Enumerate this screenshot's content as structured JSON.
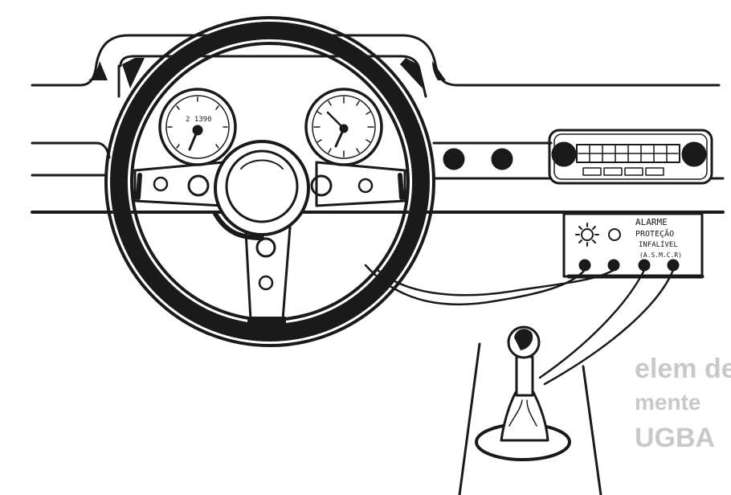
{
  "colors": {
    "ink": "#1a1a1a",
    "paper": "#ffffff",
    "ghost": "#c9c9c9"
  },
  "speedometer": {
    "reading": "2 1390"
  },
  "alarm_box": {
    "line1": "ALARME",
    "line2": "PROTEÇÃO",
    "line3": "INFALÍVEL",
    "line4": "(A.S.M.C.R)"
  },
  "ghost_text": {
    "line1": "elem de",
    "line2": "mente",
    "line3": "UGBA"
  },
  "icons": {
    "dashboard": "dashboard-icon",
    "steering_wheel": "steering-wheel-icon",
    "speedometer": "speedometer-icon",
    "clock": "clock-icon",
    "radio": "radio-icon",
    "alarm": "alarm-box-icon",
    "led": "led-indicator-icon",
    "gear_shift": "gear-shift-icon"
  }
}
